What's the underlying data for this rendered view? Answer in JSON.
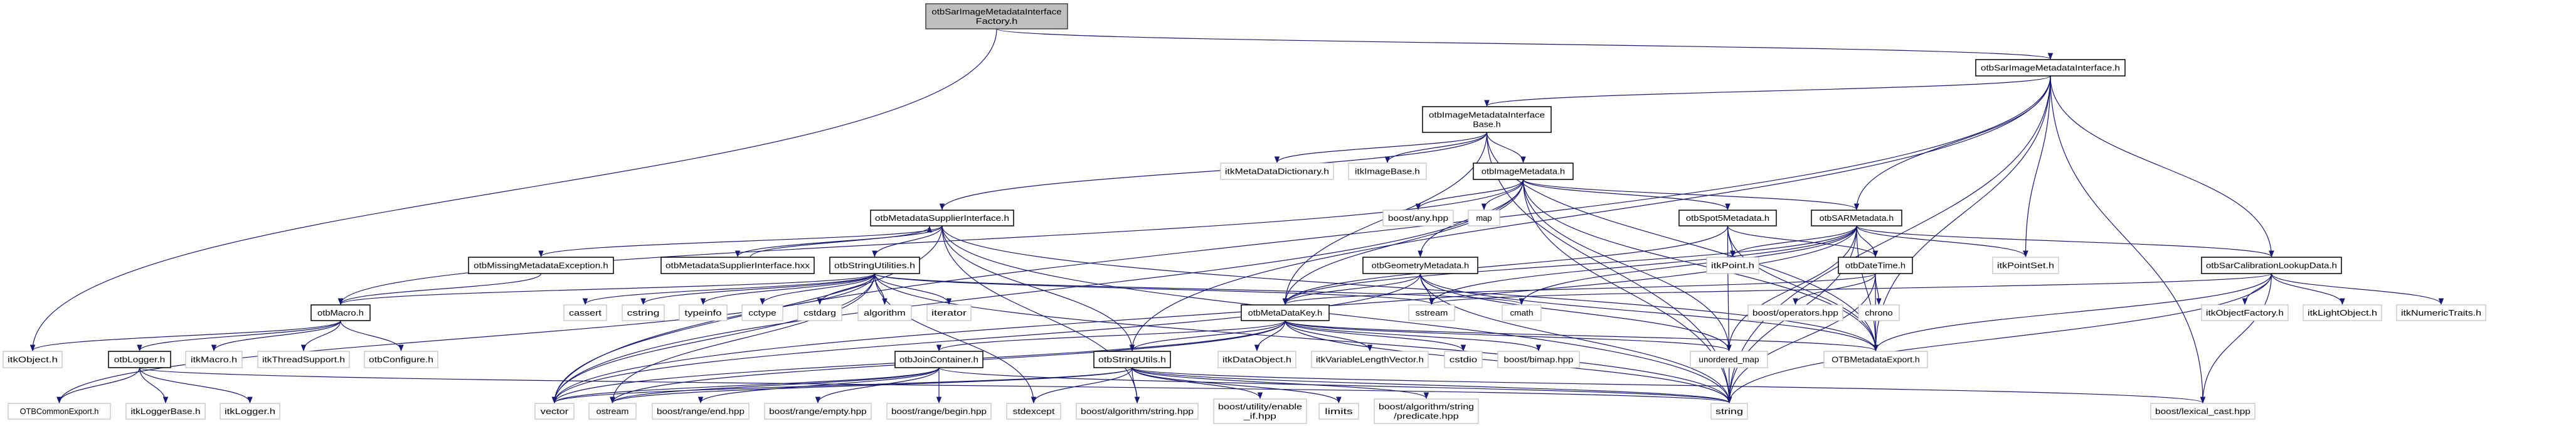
{
  "colors": {
    "edge": "#191970",
    "root_fill": "#bfbfbf",
    "internal_border": "#000000",
    "external_border": "#bfbfbf"
  },
  "nodes": {
    "factory": [
      "otbSarImageMetadataInterface",
      "Factory.h"
    ],
    "sarimi": [
      "otbSarImageMetadataInterface.h"
    ],
    "imibase": [
      "otbImageMetadataInterface",
      "Base.h"
    ],
    "itkmdd": [
      "itkMetaDataDictionary.h"
    ],
    "itkimagebase": [
      "itkImageBase.h"
    ],
    "imagemetadata": [
      "otbImageMetadata.h"
    ],
    "msi": [
      "otbMetadataSupplierInterface.h"
    ],
    "anyhpp": [
      "boost/any.hpp"
    ],
    "map": [
      "map"
    ],
    "spot5": [
      "otbSpot5Metadata.h"
    ],
    "sar": [
      "otbSARMetadata.h"
    ],
    "missing": [
      "otbMissingMetadataException.h"
    ],
    "hxx": [
      "otbMetadataSupplierInterface.hxx"
    ],
    "strutilities": [
      "otbStringUtilities.h"
    ],
    "geom": [
      "otbGeometryMetadata.h"
    ],
    "itkpoint": [
      "itkPoint.h"
    ],
    "datetime": [
      "otbDateTime.h"
    ],
    "itkpointset": [
      "itkPointSet.h"
    ],
    "sarcal": [
      "otbSarCalibrationLookupData.h"
    ],
    "otbmacro": [
      "otbMacro.h"
    ],
    "cassert": [
      "cassert"
    ],
    "cstring": [
      "cstring"
    ],
    "typeinfo": [
      "typeinfo"
    ],
    "cctype": [
      "cctype"
    ],
    "cstdarg": [
      "cstdarg"
    ],
    "algorithm": [
      "algorithm"
    ],
    "iterator": [
      "iterator"
    ],
    "mdkey": [
      "otbMetaDataKey.h"
    ],
    "sstream": [
      "sstream"
    ],
    "cmath": [
      "cmath"
    ],
    "operators": [
      "boost/operators.hpp"
    ],
    "chrono": [
      "chrono"
    ],
    "objfactory": [
      "itkObjectFactory.h"
    ],
    "lightobj": [
      "itkLightObject.h"
    ],
    "numtraits": [
      "itkNumericTraits.h"
    ],
    "itkobject": [
      "itkObject.h"
    ],
    "logger": [
      "otbLogger.h"
    ],
    "itkmacro": [
      "itkMacro.h"
    ],
    "threadsupport": [
      "itkThreadSupport.h"
    ],
    "configure": [
      "otbConfigure.h"
    ],
    "joincontainer": [
      "otbJoinContainer.h"
    ],
    "strutils": [
      "otbStringUtils.h"
    ],
    "dataobject": [
      "itkDataObject.h"
    ],
    "varlen": [
      "itkVariableLengthVector.h"
    ],
    "cstdio": [
      "cstdio"
    ],
    "bimap": [
      "boost/bimap.hpp"
    ],
    "unordered": [
      "unordered_map"
    ],
    "metaexport": [
      "OTBMetadataExport.h"
    ],
    "commonexport": [
      "OTBCommonExport.h"
    ],
    "loggerbase": [
      "itkLoggerBase.h"
    ],
    "itklogger": [
      "itkLogger.h"
    ],
    "vector": [
      "vector"
    ],
    "ostream": [
      "ostream"
    ],
    "rangeend": [
      "boost/range/end.hpp"
    ],
    "rangeempty": [
      "boost/range/empty.hpp"
    ],
    "rangebegin": [
      "boost/range/begin.hpp"
    ],
    "stdexcept": [
      "stdexcept"
    ],
    "algostring": [
      "boost/algorithm/string.hpp"
    ],
    "enableif": [
      "boost/utility/enable",
      "_if.hpp"
    ],
    "limits": [
      "limits"
    ],
    "predicate": [
      "boost/algorithm/string",
      "/predicate.hpp"
    ],
    "string": [
      "string"
    ],
    "lexical": [
      "boost/lexical_cast.hpp"
    ]
  },
  "edges": [
    [
      "factory",
      "sarimi"
    ],
    [
      "factory",
      "itkobject"
    ],
    [
      "sarimi",
      "imibase"
    ],
    [
      "sarimi",
      "sar"
    ],
    [
      "sarimi",
      "itkpointset"
    ],
    [
      "sarimi",
      "sarcal"
    ],
    [
      "sarimi",
      "metaexport"
    ],
    [
      "sarimi",
      "string"
    ],
    [
      "sarimi",
      "lexical"
    ],
    [
      "sarimi",
      "vector"
    ],
    [
      "sarimi",
      "strutils"
    ],
    [
      "imibase",
      "msi"
    ],
    [
      "imibase",
      "itkmdd"
    ],
    [
      "imibase",
      "itkimagebase"
    ],
    [
      "imibase",
      "imagemetadata"
    ],
    [
      "imibase",
      "mdkey"
    ],
    [
      "imibase",
      "metaexport"
    ],
    [
      "imibase",
      "string"
    ],
    [
      "imagemetadata",
      "otbmacro"
    ],
    [
      "imagemetadata",
      "anyhpp"
    ],
    [
      "imagemetadata",
      "map"
    ],
    [
      "imagemetadata",
      "spot5"
    ],
    [
      "imagemetadata",
      "sar"
    ],
    [
      "imagemetadata",
      "geom"
    ],
    [
      "imagemetadata",
      "mdkey"
    ],
    [
      "imagemetadata",
      "unordered"
    ],
    [
      "imagemetadata",
      "metaexport"
    ],
    [
      "imagemetadata",
      "string"
    ],
    [
      "imagemetadata",
      "vector"
    ],
    [
      "msi",
      "missing"
    ],
    [
      "msi",
      "hxx"
    ],
    [
      "msi",
      "strutilities"
    ],
    [
      "msi",
      "strutils"
    ],
    [
      "msi",
      "algostring"
    ],
    [
      "msi",
      "metaexport"
    ],
    [
      "msi",
      "vector"
    ],
    [
      "msi",
      "string"
    ],
    [
      "hxx",
      "msi"
    ],
    [
      "missing",
      "otbmacro"
    ],
    [
      "strutilities",
      "otbmacro"
    ],
    [
      "strutilities",
      "cassert"
    ],
    [
      "strutilities",
      "cstring"
    ],
    [
      "strutilities",
      "typeinfo"
    ],
    [
      "strutilities",
      "cctype"
    ],
    [
      "strutilities",
      "cstdarg"
    ],
    [
      "strutilities",
      "algorithm"
    ],
    [
      "strutilities",
      "iterator"
    ],
    [
      "strutilities",
      "vector"
    ],
    [
      "strutilities",
      "ostream"
    ],
    [
      "strutilities",
      "sstream"
    ],
    [
      "strutilities",
      "string"
    ],
    [
      "strutilities",
      "stdexcept"
    ],
    [
      "strutilities",
      "cmath"
    ],
    [
      "strutilities",
      "commonexport"
    ],
    [
      "otbmacro",
      "itkobject"
    ],
    [
      "otbmacro",
      "logger"
    ],
    [
      "otbmacro",
      "itkmacro"
    ],
    [
      "otbmacro",
      "threadsupport"
    ],
    [
      "otbmacro",
      "configure"
    ],
    [
      "logger",
      "commonexport"
    ],
    [
      "logger",
      "loggerbase"
    ],
    [
      "logger",
      "itklogger"
    ],
    [
      "logger",
      "string"
    ],
    [
      "spot5",
      "mdkey"
    ],
    [
      "spot5",
      "itkpoint"
    ],
    [
      "spot5",
      "datetime"
    ],
    [
      "spot5",
      "metaexport"
    ],
    [
      "spot5",
      "string"
    ],
    [
      "sar",
      "itkpoint"
    ],
    [
      "sar",
      "datetime"
    ],
    [
      "sar",
      "itkpointset"
    ],
    [
      "sar",
      "sarcal"
    ],
    [
      "sar",
      "mdkey"
    ],
    [
      "sar",
      "metaexport"
    ],
    [
      "sar",
      "string"
    ],
    [
      "sar",
      "unordered"
    ],
    [
      "sar",
      "vector"
    ],
    [
      "sar",
      "cmath"
    ],
    [
      "sar",
      "sstream"
    ],
    [
      "geom",
      "mdkey"
    ],
    [
      "geom",
      "sstream"
    ],
    [
      "geom",
      "string"
    ],
    [
      "geom",
      "vector"
    ],
    [
      "geom",
      "metaexport"
    ],
    [
      "geom",
      "unordered"
    ],
    [
      "datetime",
      "operators"
    ],
    [
      "datetime",
      "chrono"
    ],
    [
      "datetime",
      "metaexport"
    ],
    [
      "datetime",
      "string"
    ],
    [
      "datetime",
      "mdkey"
    ],
    [
      "sarcal",
      "objfactory"
    ],
    [
      "sarcal",
      "lightobj"
    ],
    [
      "sarcal",
      "numtraits"
    ],
    [
      "sarcal",
      "metaexport"
    ],
    [
      "sarcal",
      "string"
    ],
    [
      "sarcal",
      "lexical"
    ],
    [
      "sarcal",
      "sstream"
    ],
    [
      "mdkey",
      "dataobject"
    ],
    [
      "mdkey",
      "varlen"
    ],
    [
      "mdkey",
      "cstdio"
    ],
    [
      "mdkey",
      "bimap"
    ],
    [
      "mdkey",
      "unordered"
    ],
    [
      "mdkey",
      "metaexport"
    ],
    [
      "mdkey",
      "string"
    ],
    [
      "mdkey",
      "joincontainer"
    ],
    [
      "mdkey",
      "strutils"
    ],
    [
      "mdkey",
      "vector"
    ],
    [
      "mdkey",
      "ostream"
    ],
    [
      "joincontainer",
      "rangeend"
    ],
    [
      "joincontainer",
      "rangeempty"
    ],
    [
      "joincontainer",
      "rangebegin"
    ],
    [
      "joincontainer",
      "ostream"
    ],
    [
      "joincontainer",
      "string"
    ],
    [
      "joincontainer",
      "vector"
    ],
    [
      "strutils",
      "stdexcept"
    ],
    [
      "strutils",
      "algostring"
    ],
    [
      "strutils",
      "enableif"
    ],
    [
      "strutils",
      "limits"
    ],
    [
      "strutils",
      "predicate"
    ],
    [
      "strutils",
      "string"
    ],
    [
      "strutils",
      "vector"
    ],
    [
      "strutils",
      "ostream"
    ],
    [
      "strutils",
      "lexical"
    ]
  ]
}
